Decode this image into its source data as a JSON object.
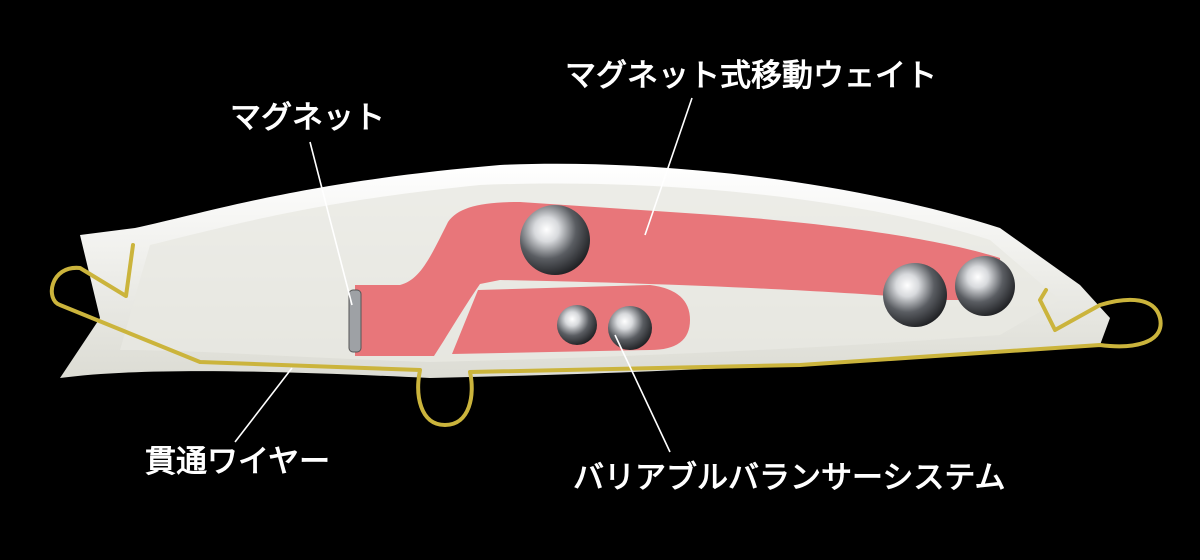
{
  "labels": {
    "moving_weight": "マグネット式移動ウェイト",
    "magnet": "マグネット",
    "through_wire": "貫通ワイヤー",
    "balancer_system": "バリアブルバランサーシステム"
  },
  "colors": {
    "background": "#000000",
    "body": "#f3f3ee",
    "channel": "#e8767a",
    "wire": "#cbb43c",
    "steel": "#b9bcc0"
  }
}
